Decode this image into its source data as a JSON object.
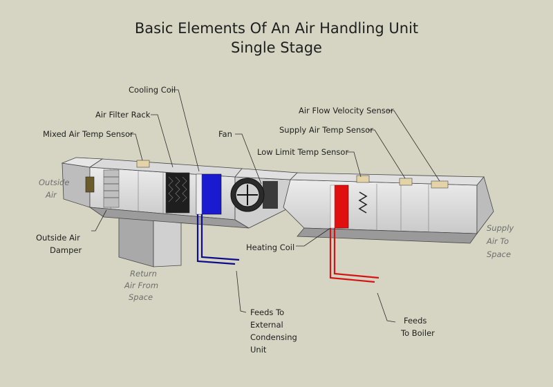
{
  "title": {
    "line1": "Basic Elements Of An Air Handling Unit",
    "line2": "Single Stage"
  },
  "labels": {
    "cooling_coil": "Cooling Coil",
    "air_filter_rack": "Air Filter Rack",
    "mixed_air_temp_sensor": "Mixed Air Temp Sensor",
    "fan": "Fan",
    "low_limit_temp_sensor": "Low Limit Temp Sensor",
    "supply_air_temp_sensor": "Supply Air Temp Sensor",
    "air_flow_velocity_sensor": "Air Flow Velocity Sensor",
    "outside_air": [
      "Outside",
      "Air"
    ],
    "outside_air_damper": [
      "Outside Air",
      "Damper"
    ],
    "return_air": [
      "Return",
      "Air From",
      "Space"
    ],
    "heating_coil": "Heating Coil",
    "supply_air": [
      "Supply",
      "Air To",
      "Space"
    ],
    "feeds_condensing": [
      "Feeds To",
      "External",
      "Condensing",
      "Unit"
    ],
    "feeds_boiler": [
      "Feeds",
      "To Boiler"
    ]
  },
  "colors": {
    "background": "#d6d4c2",
    "duct_light": "#e4e4e4",
    "duct_mid": "#c6c6c6",
    "duct_dark": "#8f8f8f",
    "cooling_coil": "#1a1ad0",
    "cooling_pipe": "#0b0b8c",
    "heating_coil": "#e01010",
    "heating_pipe": "#d41414",
    "sensor": "#e3d3a6"
  }
}
